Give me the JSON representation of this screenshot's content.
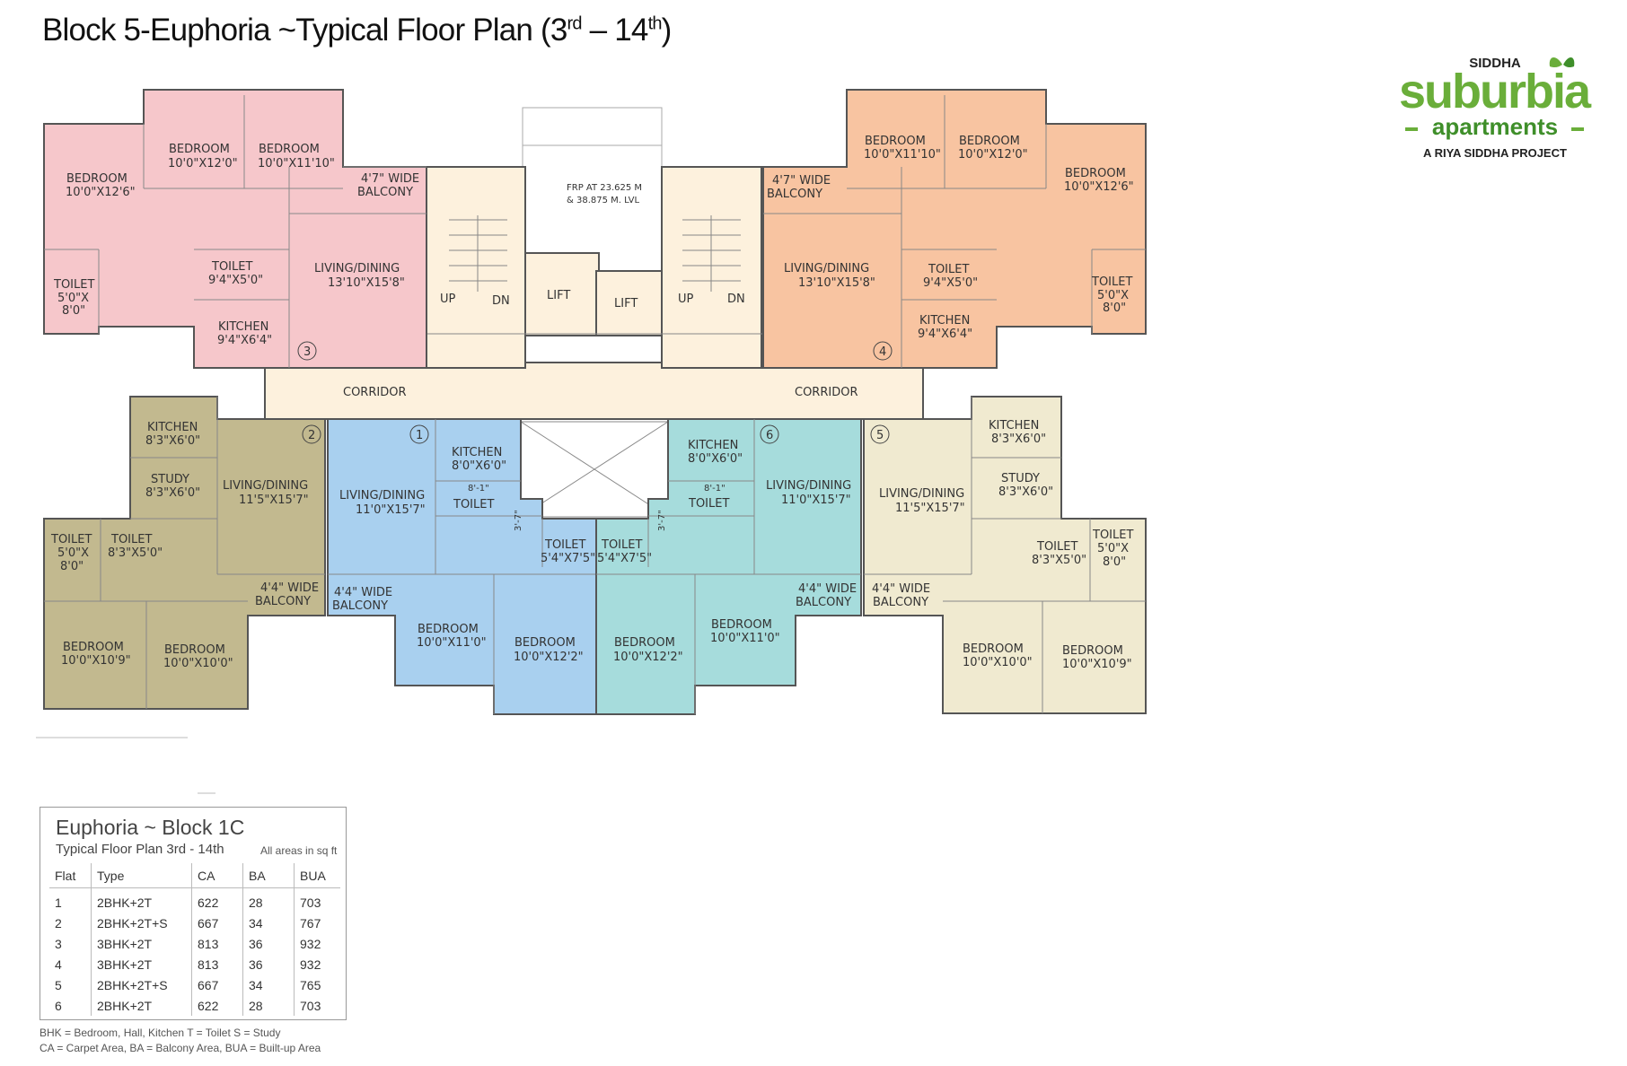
{
  "title": {
    "prefix": "Block 5-Euphoria ~Typical Floor Plan (3",
    "sup1": "rd",
    "mid": " – 14",
    "sup2": "th",
    "suffix": ")"
  },
  "logo": {
    "brand_top": "SIDDHA",
    "brand_main": "suburbia",
    "brand_sub": "apartments",
    "tagline": "A RIYA SIDDHA PROJECT",
    "colors": {
      "green": "#6aae3a",
      "dark_green": "#3f8f2a",
      "text": "#222222"
    }
  },
  "flat_colors": {
    "flat_1": "#a9d0ef",
    "flat_2": "#c2b98f",
    "flat_3": "#f6c7cb",
    "flat_4": "#f8c4a1",
    "flat_5": "#f0ead0",
    "flat_6": "#a6dcdc",
    "core": "#fdf1dd"
  },
  "plan": {
    "frp_line1": "FRP AT 23.625 M",
    "frp_line2": "& 38.875 M. LVL",
    "lift": "LIFT",
    "up": "UP",
    "dn": "DN",
    "corridor": "CORRIDOR",
    "flat_numbers": [
      "1",
      "2",
      "3",
      "4",
      "5",
      "6"
    ],
    "labels": {
      "bedroom": "BEDROOM",
      "toilet": "TOILET",
      "kitchen": "KITCHEN",
      "study": "STUDY",
      "living": "LIVING/DINING",
      "balcony": "BALCONY",
      "wide_47": "4'7\" WIDE",
      "wide_44": "4'4\" WIDE"
    },
    "dims": {
      "d_10x12_6": "10'0\"X12'6\"",
      "d_10x12_0": "10'0\"X12'0\"",
      "d_10x11_10": "10'0\"X11'10\"",
      "d_9_4x5": "9'4\"X5'0\"",
      "d_9_4x6_4": "9'4\"X6'4\"",
      "d_13_10x15_8": "13'10\"X15'8\"",
      "d_5x": "5'0\"X",
      "d_8": "8'0\"",
      "d_8_3x6": "8'3\"X6'0\"",
      "d_11_5x15_7": "11'5\"X15'7\"",
      "d_8_3x5": "8'3\"X5'0\"",
      "d_10x10_9": "10'0\"X10'9\"",
      "d_10x10_0": "10'0\"X10'0\"",
      "d_8x6": "8'0\"X6'0\"",
      "d_11x15_7": "11'0\"X15'7\"",
      "d_8_1": "8'-1\"",
      "d_3_7": "3'-7\"",
      "d_5_4x7_5": "5'4\"X7'5\"",
      "d_10x11": "10'0\"X11'0\"",
      "d_10x12_2": "10'0\"X12'2\""
    }
  },
  "table": {
    "title": "Euphoria ~ Block 1C",
    "subtitle": "Typical Floor Plan 3rd - 14th",
    "note": "All areas in sq ft",
    "headers": [
      "Flat",
      "Type",
      "CA",
      "BA",
      "BUA"
    ],
    "rows": [
      [
        "1",
        "2BHK+2T",
        "622",
        "28",
        "703"
      ],
      [
        "2",
        "2BHK+2T+S",
        "667",
        "34",
        "767"
      ],
      [
        "3",
        "3BHK+2T",
        "813",
        "36",
        "932"
      ],
      [
        "4",
        "3BHK+2T",
        "813",
        "36",
        "932"
      ],
      [
        "5",
        "2BHK+2T+S",
        "667",
        "34",
        "765"
      ],
      [
        "6",
        "2BHK+2T",
        "622",
        "28",
        "703"
      ]
    ]
  },
  "legend": {
    "line1": "BHK = Bedroom, Hall, Kitchen   T = Toilet   S = Study",
    "line2": "CA = Carpet Area, BA = Balcony Area, BUA = Built-up Area"
  }
}
